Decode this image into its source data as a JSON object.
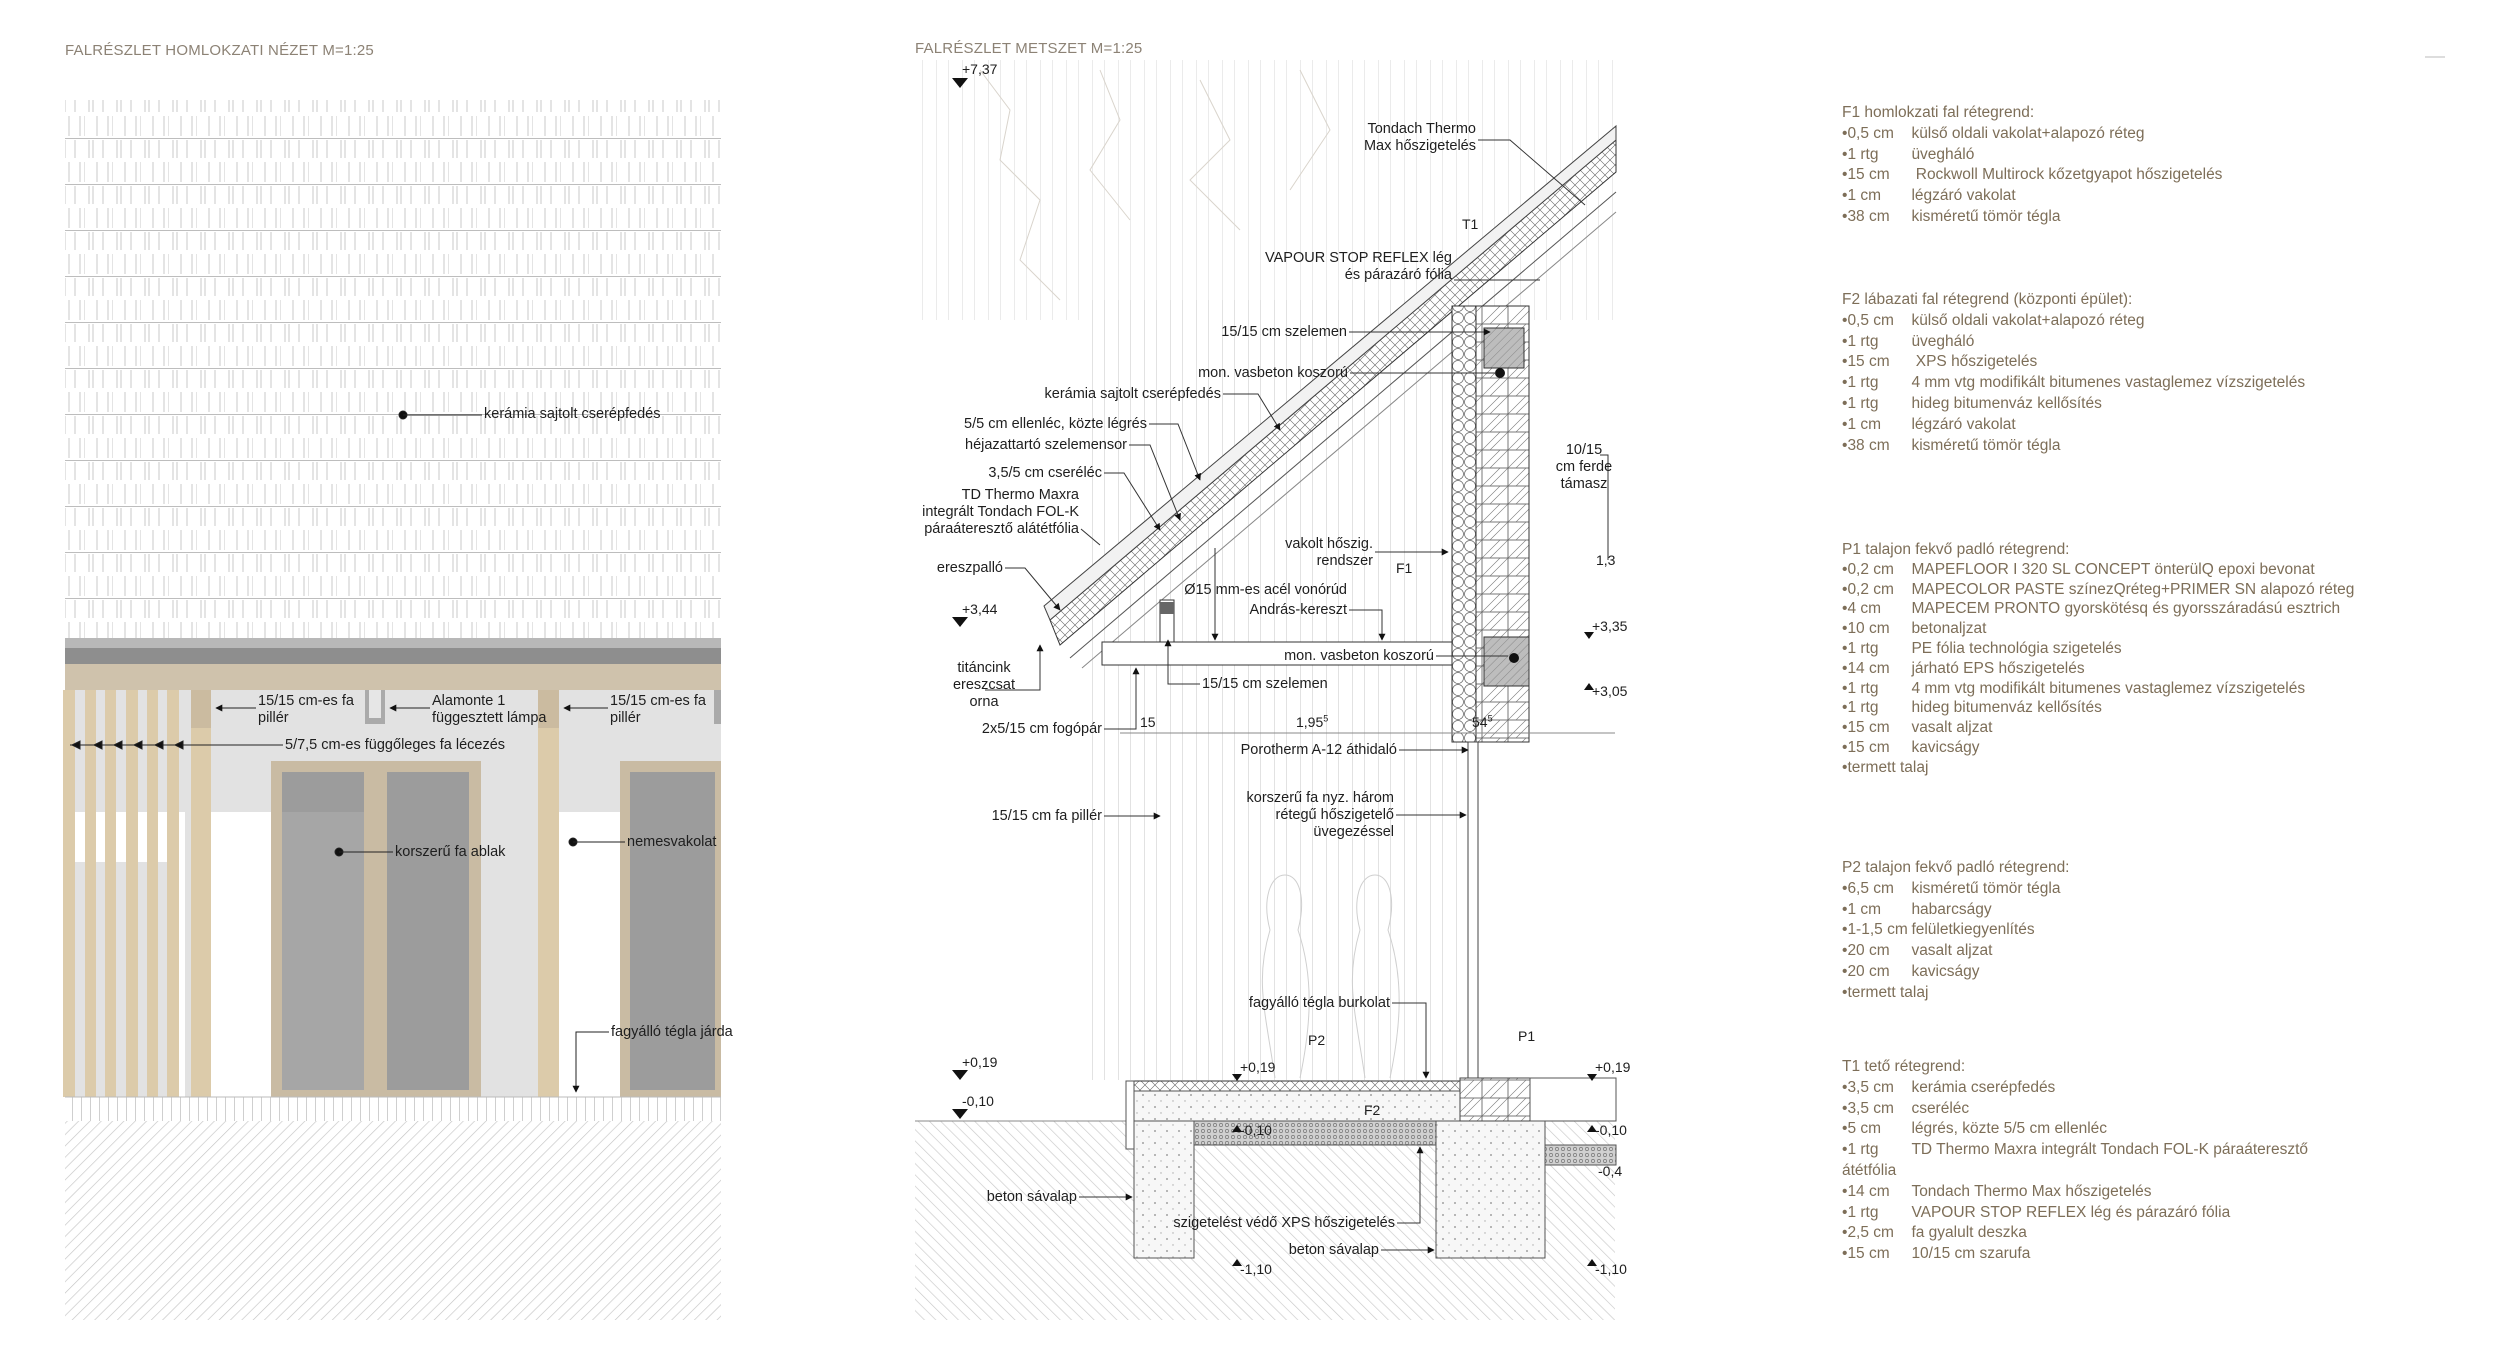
{
  "elevation": {
    "title": "FALRÉSZLET HOMLOKZATI NÉZET M=1:25",
    "labels": {
      "roof_tiles": "kerámia sajtolt cserépfedés",
      "pillar_left": [
        "15/15 cm-es fa",
        "pillér"
      ],
      "lamp": [
        "Alamonte 1",
        "függesztett  lámpa"
      ],
      "pillar_right": [
        "15/15 cm-es fa",
        "pillér"
      ],
      "slats": "5/7,5 cm-es függőleges fa lécezés",
      "window": "korszerű fa ablak",
      "plaster": "nemesvakolat",
      "pavement": "fagyálló tégla járda"
    }
  },
  "section": {
    "title": "FALRÉSZLET METSZET M=1:25",
    "levels": {
      "top": "+7,37",
      "eave": "+3,44",
      "l335": "+3,35",
      "l305": "+3,05",
      "l13": "1,3",
      "floor_left": "+0,19",
      "floor_mid": "+0,19",
      "floor_right": "+0,19",
      "ground_left": "-0,10",
      "ground_mid": "-0,10",
      "ground_right": "-0,10",
      "l04": "-0,4",
      "found_mid": "-1,10",
      "found_right": "-1,10"
    },
    "dims": {
      "d15": "15",
      "d195": "1,95",
      "d195_sup": "5",
      "d54": "54",
      "d54_sup": "5"
    },
    "tags": {
      "t1": "T1",
      "f1": "F1",
      "f2": "F2",
      "p1": "P1",
      "p2": "P2"
    },
    "labels": {
      "thermo_max": [
        "Tondach Thermo",
        "Max hőszigetelés"
      ],
      "vapour_stop": [
        "VAPOUR STOP REFLEX lég",
        "és párazáró fólia"
      ],
      "purlin_top": "15/15 cm szelemen",
      "ring_beam_top": "mon. vasbeton koszorú",
      "roof_tiles": "kerámia sajtolt cserépfedés",
      "counter_batten": "5/5 cm ellenléc, közte légrés",
      "purlin_row": "héjazattartó szelemensor",
      "batten": "3,5/5 cm cseréléc",
      "membrane": [
        "TD Thermo Maxra",
        "integrált Tondach FOL-K",
        "páraáteresztő alátétfólia"
      ],
      "strut": [
        "10/15",
        "cm ferde",
        "támasz"
      ],
      "ext_insulation": [
        "vakolt hőszig.",
        "rendszer"
      ],
      "eave_board": "ereszpalló",
      "tie_rod": "Ø15 mm-es acél vonórúd",
      "cross": "András-kereszt",
      "ring_beam": "mon. vasbeton koszorú",
      "gutter": [
        "titáncink",
        "ereszcsat",
        "orna"
      ],
      "purlin": "15/15 cm szelemen",
      "tie_pair": "2x5/15 cm fogópár",
      "lintel": "Porotherm A-12 áthidaló",
      "pillar": "15/15 cm fa pillér",
      "glazing": [
        "korszerű fa nyz. három",
        "rétegű hőszigetelő",
        "üvegezéssel"
      ],
      "brick_paving": "fagyálló tégla burkolat",
      "footing_left": "beton sávalap",
      "xps": "szigetelést védő XPS hőszigetelés",
      "footing_mid": "beton sávalap"
    }
  },
  "layers": {
    "f1": {
      "heading": "F1 homlokzati fal rétegrend:",
      "items": [
        {
          "amount": "0,5 cm",
          "text": "külső oldali vakolat+alapozó réteg"
        },
        {
          "amount": "1 rtg",
          "text": "üvegháló"
        },
        {
          "amount": "15 cm",
          "text": " Rockwoll Multirock kőzetgyapot hőszigetelés"
        },
        {
          "amount": "1 cm",
          "text": "légzáró vakolat"
        },
        {
          "amount": "38 cm",
          "text": "kisméretű tömör tégla"
        }
      ]
    },
    "f2": {
      "heading": "F2 lábazati fal rétegrend (központi épület):",
      "items": [
        {
          "amount": "0,5 cm",
          "text": "külső oldali vakolat+alapozó réteg"
        },
        {
          "amount": "1 rtg",
          "text": "üvegháló"
        },
        {
          "amount": "15 cm",
          "text": " XPS hőszigetelés"
        },
        {
          "amount": "1 rtg",
          "text": "4 mm vtg modifikált bitumenes vastaglemez vízszigetelés"
        },
        {
          "amount": "1 rtg",
          "text": "hideg bitumenváz kellősítés"
        },
        {
          "amount": "1 cm",
          "text": "légzáró vakolat"
        },
        {
          "amount": "38 cm",
          "text": "kisméretű tömör tégla"
        }
      ]
    },
    "p1": {
      "heading": "P1 talajon fekvő padló rétegrend:",
      "items": [
        {
          "amount": "0,2 cm",
          "text": "MAPEFLOOR I 320 SL CONCEPT önterülQ epoxi bevonat"
        },
        {
          "amount": "0,2 cm",
          "text": "MAPECOLOR PASTE színezQréteg+PRIMER SN alapozó réteg"
        },
        {
          "amount": "4 cm",
          "text": "MAPECEM PRONTO gyorskötésq és gyorsszáradású esztrich"
        },
        {
          "amount": "10 cm",
          "text": "betonaljzat"
        },
        {
          "amount": "1 rtg",
          "text": "PE fólia technológia szigetelés"
        },
        {
          "amount": "14 cm",
          "text": "járható EPS hőszigetelés"
        },
        {
          "amount": "1 rtg",
          "text": "4 mm vtg modifikált bitumenes vastaglemez vízszigetelés"
        },
        {
          "amount": "1 rtg",
          "text": "hideg bitumenváz kellősítés"
        },
        {
          "amount": "15 cm",
          "text": "vasalt aljzat"
        },
        {
          "amount": "15 cm",
          "text": "kavicságy"
        },
        {
          "amount": "termett talaj",
          "text": ""
        }
      ]
    },
    "p2": {
      "heading": "P2 talajon fekvő padló rétegrend:",
      "items": [
        {
          "amount": "6,5 cm",
          "text": "kisméretű tömör tégla"
        },
        {
          "amount": "1 cm",
          "text": "habarcságy"
        },
        {
          "amount": "1-1,5 cm",
          "text": "felületkiegyenlítés"
        },
        {
          "amount": "20 cm",
          "text": "vasalt aljzat"
        },
        {
          "amount": "20 cm",
          "text": "kavicságy"
        },
        {
          "amount": "termett talaj",
          "text": ""
        }
      ]
    },
    "t1": {
      "heading": "T1 tető rétegrend:",
      "items": [
        {
          "amount": "3,5 cm",
          "text": "kerámia cserépfedés"
        },
        {
          "amount": "3,5 cm",
          "text": "cseréléc"
        },
        {
          "amount": "5 cm",
          "text": "légrés, közte 5/5 cm ellenléc"
        },
        {
          "amount": "1 rtg",
          "text": "TD Thermo Maxra integrált Tondach FOL-K páraáteresztő átétfólia"
        },
        {
          "amount": "14 cm",
          "text": "Tondach Thermo Max hőszigetelés"
        },
        {
          "amount": "1 rtg",
          "text": "VAPOUR STOP REFLEX lég és párazáró fólia"
        },
        {
          "amount": "2,5 cm",
          "text": "fa gyalult deszka"
        },
        {
          "amount": "15 cm",
          "text": "10/15 cm szarufa"
        }
      ]
    }
  },
  "colors": {
    "layer_text": "#7d6e58",
    "title": "#8c8275",
    "wood": "#d9c8a8",
    "glass": "#9b9b9b"
  }
}
